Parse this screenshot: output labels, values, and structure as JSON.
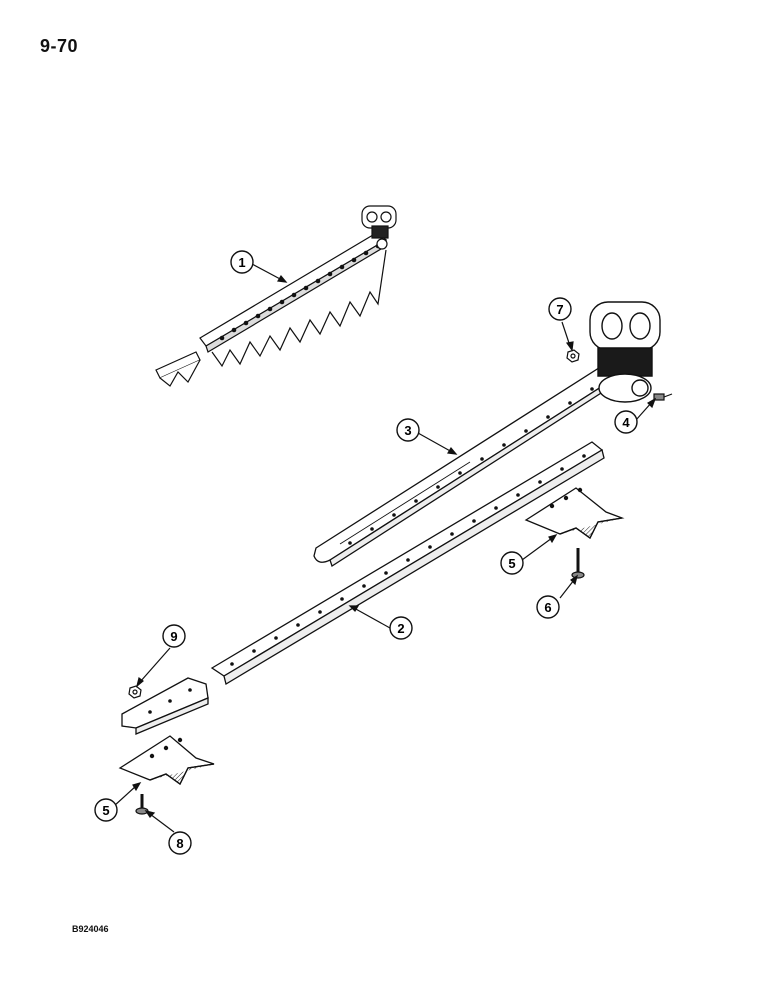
{
  "page_number": "9-70",
  "figure_code": "B924046",
  "callouts": [
    {
      "id": "callout-1",
      "label": "1"
    },
    {
      "id": "callout-2",
      "label": "2"
    },
    {
      "id": "callout-3",
      "label": "3"
    },
    {
      "id": "callout-4",
      "label": "4"
    },
    {
      "id": "callout-5a",
      "label": "5"
    },
    {
      "id": "callout-5b",
      "label": "5"
    },
    {
      "id": "callout-6",
      "label": "6"
    },
    {
      "id": "callout-7",
      "label": "7"
    },
    {
      "id": "callout-8",
      "label": "8"
    },
    {
      "id": "callout-9",
      "label": "9"
    }
  ]
}
